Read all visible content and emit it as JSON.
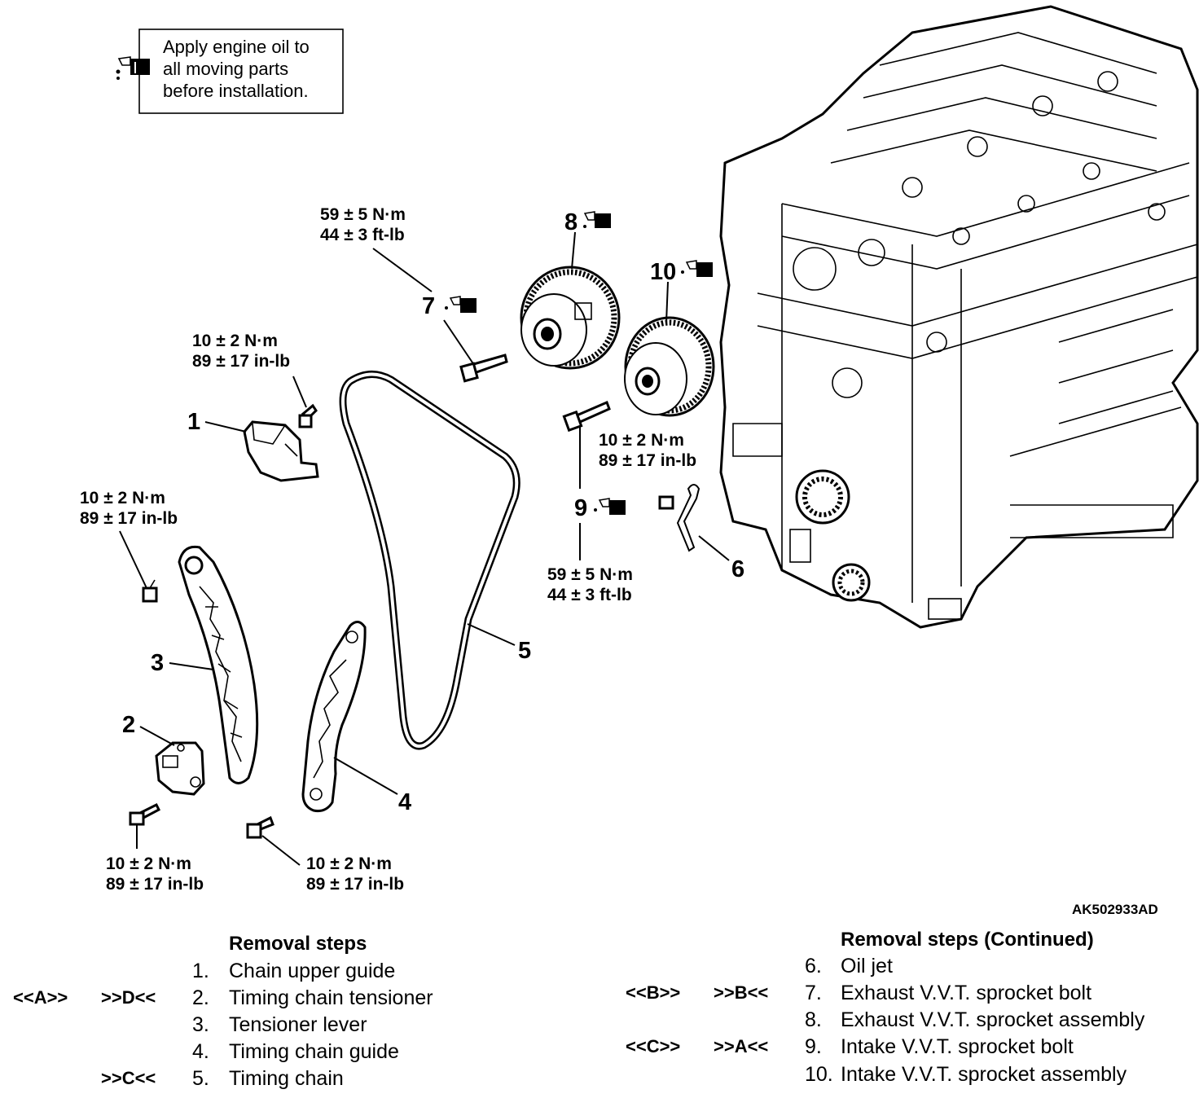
{
  "note": {
    "lines": [
      "Apply engine oil to",
      "all moving parts",
      "before installation."
    ],
    "icon": "oil-can-icon"
  },
  "torque_labels": [
    {
      "nm": "59 ± 5 N·m",
      "imp": "44 ± 3 ft-lb"
    },
    {
      "nm": "10 ± 2 N·m",
      "imp": "89 ± 17 in-lb"
    },
    {
      "nm": "10 ± 2 N·m",
      "imp": "89 ± 17 in-lb"
    },
    {
      "nm": "10 ± 2 N·m",
      "imp": "89 ± 17 in-lb"
    },
    {
      "nm": "59 ± 5 N·m",
      "imp": "44 ± 3 ft-lb"
    },
    {
      "nm": "10 ± 2 N·m",
      "imp": "89 ± 17 in-lb"
    },
    {
      "nm": "10 ± 2 N·m",
      "imp": "89 ± 17 in-lb"
    }
  ],
  "callouts": [
    "1",
    "2",
    "3",
    "4",
    "5",
    "6",
    "7",
    "8",
    "9",
    "10"
  ],
  "figure_id": "AK502933AD",
  "removal_steps": {
    "heading": "Removal steps",
    "steps": [
      {
        "removal_ref": "",
        "install_ref": "",
        "num": "1.",
        "text": "Chain upper guide"
      },
      {
        "removal_ref": "<<A>>",
        "install_ref": ">>D<<",
        "num": "2.",
        "text": "Timing chain tensioner"
      },
      {
        "removal_ref": "",
        "install_ref": "",
        "num": "3.",
        "text": "Tensioner lever"
      },
      {
        "removal_ref": "",
        "install_ref": "",
        "num": "4.",
        "text": "Timing chain guide"
      },
      {
        "removal_ref": "",
        "install_ref": ">>C<<",
        "num": "5.",
        "text": "Timing chain"
      }
    ]
  },
  "removal_steps_continued": {
    "heading": "Removal steps (Continued)",
    "steps": [
      {
        "removal_ref": "",
        "install_ref": "",
        "num": "6.",
        "text": "Oil jet"
      },
      {
        "removal_ref": "<<B>>",
        "install_ref": ">>B<<",
        "num": "7.",
        "text": "Exhaust V.V.T. sprocket bolt"
      },
      {
        "removal_ref": "",
        "install_ref": "",
        "num": "8.",
        "text": "Exhaust V.V.T. sprocket assembly"
      },
      {
        "removal_ref": "<<C>>",
        "install_ref": ">>A<<",
        "num": "9.",
        "text": "Intake V.V.T. sprocket bolt"
      },
      {
        "removal_ref": "",
        "install_ref": "",
        "num": "10.",
        "text": "Intake V.V.T. sprocket assembly"
      }
    ]
  }
}
